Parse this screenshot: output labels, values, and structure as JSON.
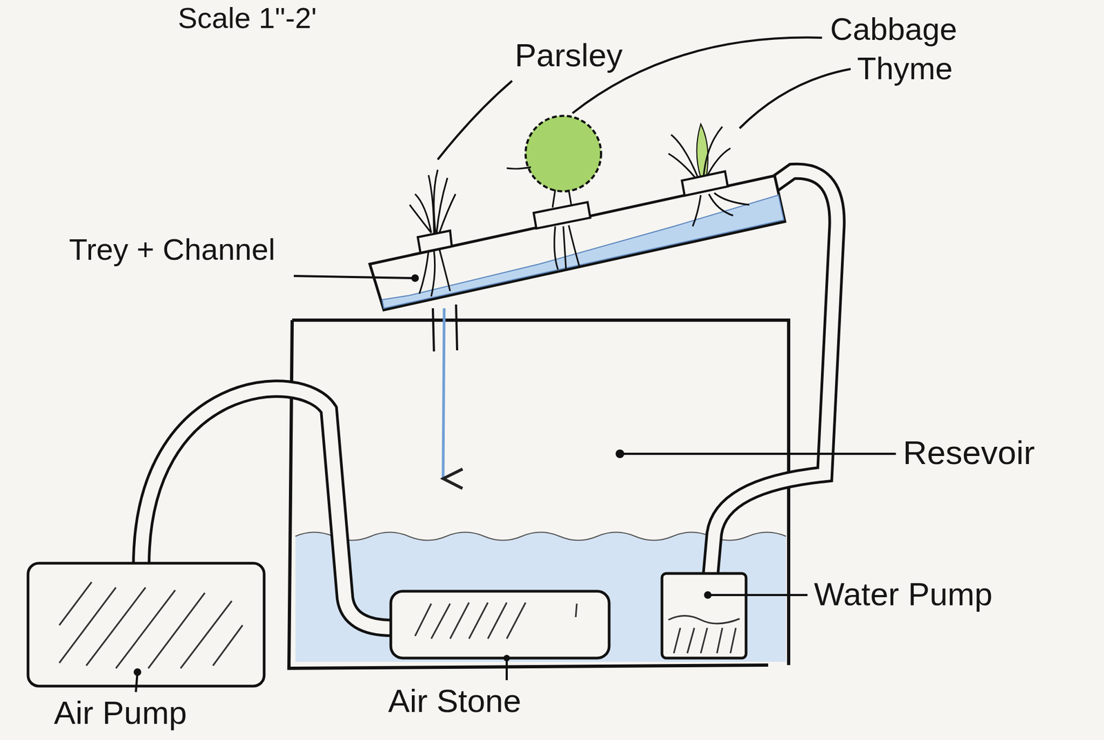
{
  "diagram": {
    "labels": [
      "Scale 1\"-2'",
      "Parsley",
      "Cabbage",
      "Thyme",
      "Trey + Channel",
      "Resevoir",
      "Water Pump",
      "Air Stone",
      "Air Pump"
    ]
  }
}
